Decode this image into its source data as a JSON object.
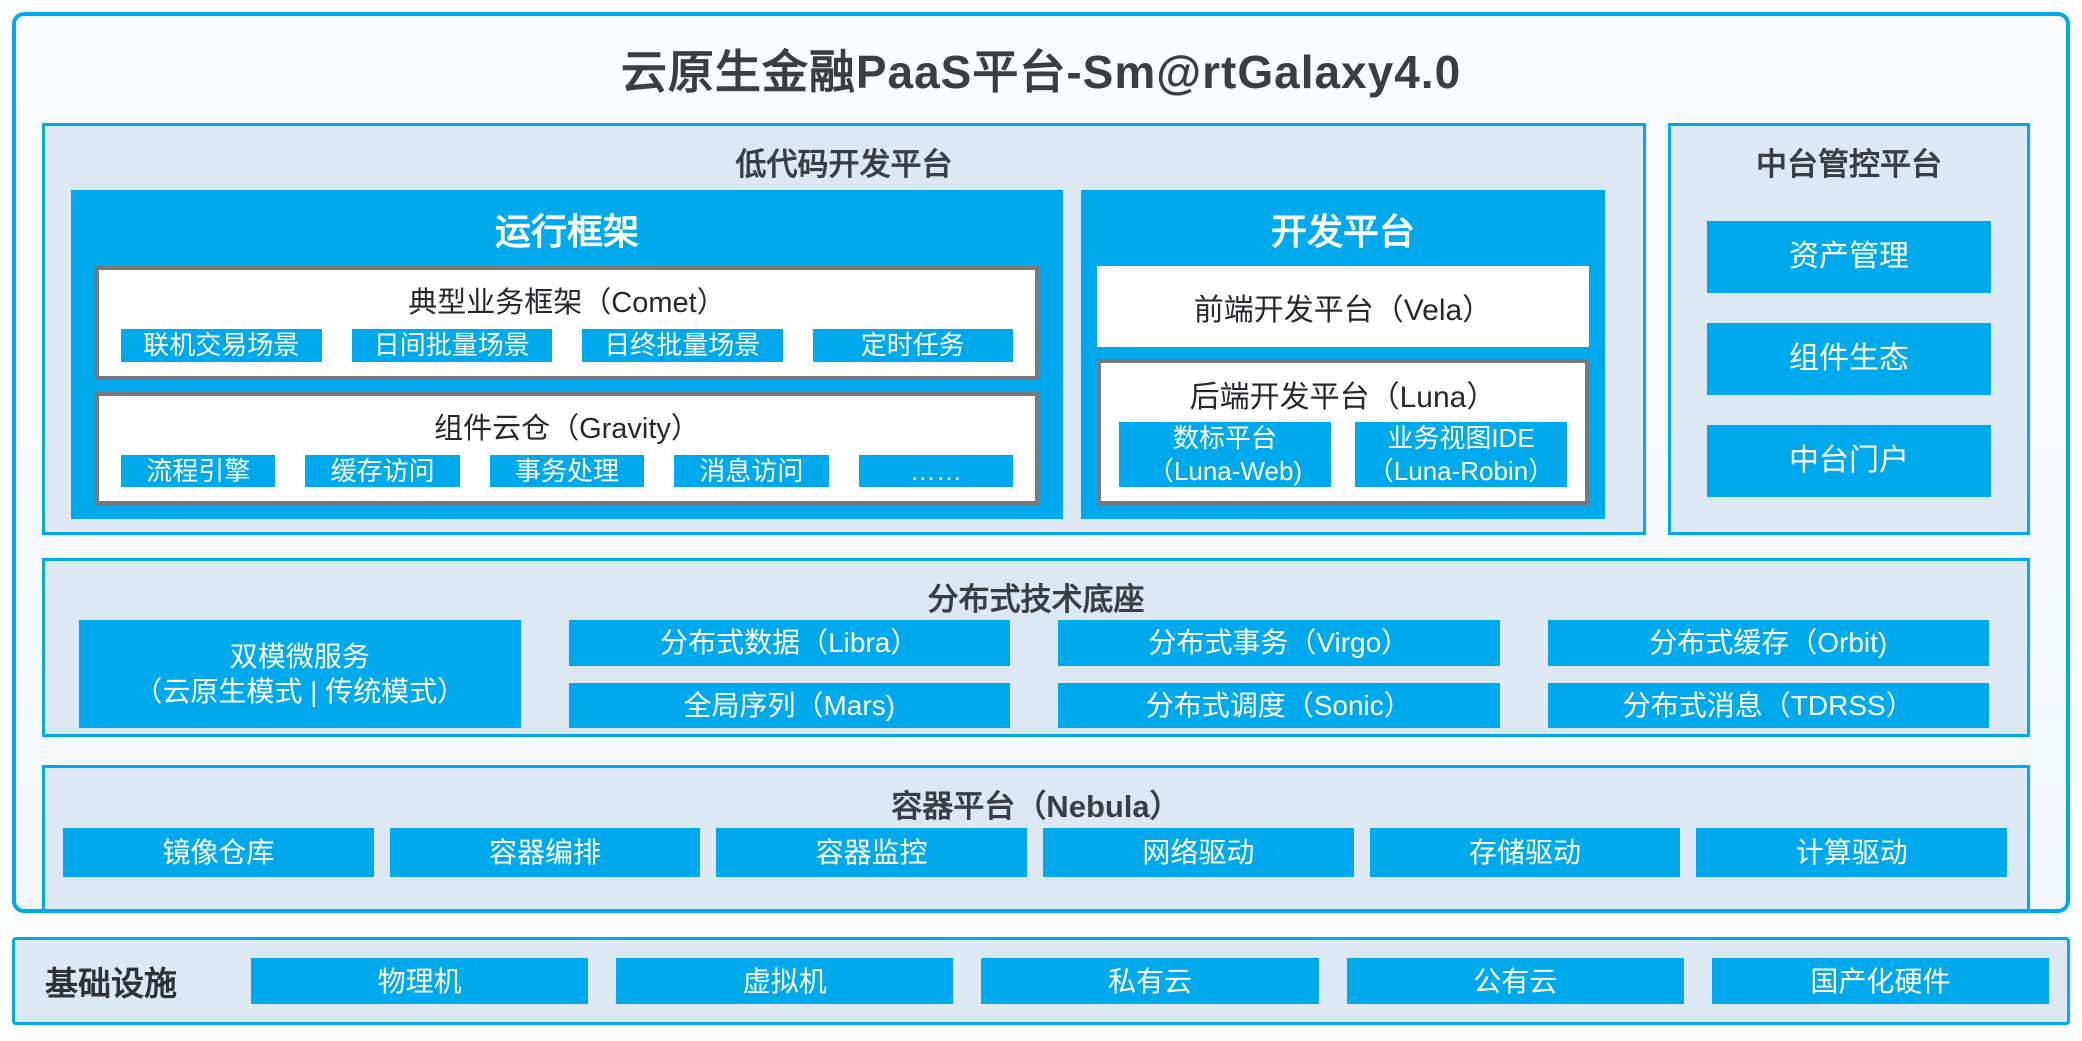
{
  "title": "云原生金融PaaS平台-Sm@rtGalaxy4.0",
  "colors": {
    "accent": "#00A9EB",
    "panel_bg": "#DEE8F3",
    "box_border_gray": "#75797E",
    "text_dark": "#3A3E42"
  },
  "lowcode": {
    "label": "低代码开发平台",
    "runtime": {
      "title": "运行框架",
      "comet": {
        "title": "典型业务框架（Comet）",
        "items": [
          "联机交易场景",
          "日间批量场景",
          "日终批量场景",
          "定时任务"
        ]
      },
      "gravity": {
        "title": "组件云仓（Gravity）",
        "items": [
          "流程引擎",
          "缓存访问",
          "事务处理",
          "消息访问",
          "……"
        ]
      }
    },
    "dev": {
      "title": "开发平台",
      "vela": {
        "title": "前端开发平台（Vela）"
      },
      "luna": {
        "title": "后端开发平台（Luna）",
        "items": [
          {
            "line1": "数标平台",
            "line2": "（Luna-Web)"
          },
          {
            "line1": "业务视图IDE",
            "line2": "（Luna-Robin）"
          }
        ]
      }
    }
  },
  "midplatform": {
    "label": "中台管控平台",
    "items": [
      "资产管理",
      "组件生态",
      "中台门户"
    ]
  },
  "distributed": {
    "label": "分布式技术底座",
    "dual_mode": {
      "line1": "双模微服务",
      "line2": "（云原生模式 | 传统模式）"
    },
    "columns": [
      {
        "top": "分布式数据（Libra）",
        "bottom": "全局序列（Mars)"
      },
      {
        "top": "分布式事务（Virgo）",
        "bottom": "分布式调度（Sonic）"
      },
      {
        "top": "分布式缓存（Orbit)",
        "bottom": "分布式消息（TDRSS）"
      }
    ]
  },
  "container_platform": {
    "label": "容器平台（Nebula）",
    "items": [
      "镜像仓库",
      "容器编排",
      "容器监控",
      "网络驱动",
      "存储驱动",
      "计算驱动"
    ]
  },
  "infrastructure": {
    "label": "基础设施",
    "items": [
      "物理机",
      "虚拟机",
      "私有云",
      "公有云",
      "国产化硬件"
    ]
  }
}
